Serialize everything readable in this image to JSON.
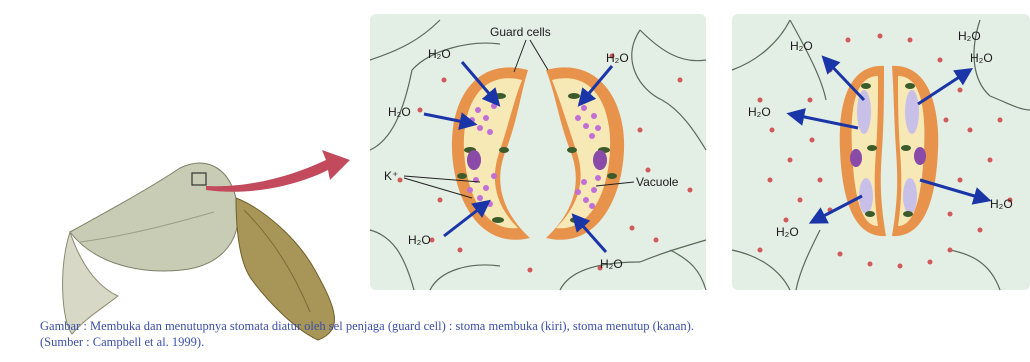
{
  "figure": {
    "left_panel": {
      "labels": {
        "guard_cells": "Guard cells",
        "potassium": "K⁺",
        "vacuole": "Vacuole"
      },
      "water_labels": [
        "H₂O",
        "H₂O",
        "H₂O",
        "H₂O",
        "H₂O"
      ]
    },
    "right_panel": {
      "water_labels": [
        "H₂O",
        "H₂O",
        "H₂O",
        "H₂O",
        "H₂O",
        "H₂O"
      ]
    }
  },
  "caption": {
    "line1": "Gambar : Membuka dan menutupnya stomata diatur  oleh sel penjaga (guard cell) : stoma membuka (kiri), stoma menutup (kanan).",
    "line2": "(Sumber : Campbell et al. 1999)."
  },
  "colors": {
    "panel_bg": "#e3eee4",
    "guard_cell": "#e8934c",
    "guard_fill": "#f7e9b6",
    "arrow": "#1a35a8",
    "pointer_arrow": "#c24a5c",
    "k_dot": "#d05a5a",
    "chloroplast": "#3b5b2a",
    "vacuole_dot": "#c06fd6"
  }
}
